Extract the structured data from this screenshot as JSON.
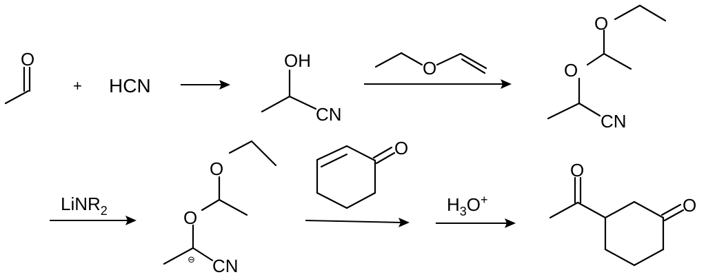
{
  "reactant1": {
    "atom_O": "O"
  },
  "plus_sign": "+",
  "reagent_hcn": "HCN",
  "cyanohydrin": {
    "hydroxyl": "OH",
    "nitrile": "CN"
  },
  "vinyl_ether": {
    "atom_O": "O"
  },
  "protected_cyanohydrin": {
    "ether_O_top": "O",
    "ether_O": "O",
    "nitrile": "CN"
  },
  "base_reagent": {
    "main": "LiNR",
    "subscript": "2"
  },
  "carbanion": {
    "ether_O_top": "O",
    "ether_O": "O",
    "charge": "⊖",
    "nitrile": "CN"
  },
  "cyclohexenone": {
    "atom_O": "O"
  },
  "acid_reagent": {
    "h": "H",
    "sub": "3",
    "o": "O",
    "sup": "+"
  },
  "product": {
    "ketone_O_acetyl": "O",
    "ketone_O_ring": "O"
  }
}
